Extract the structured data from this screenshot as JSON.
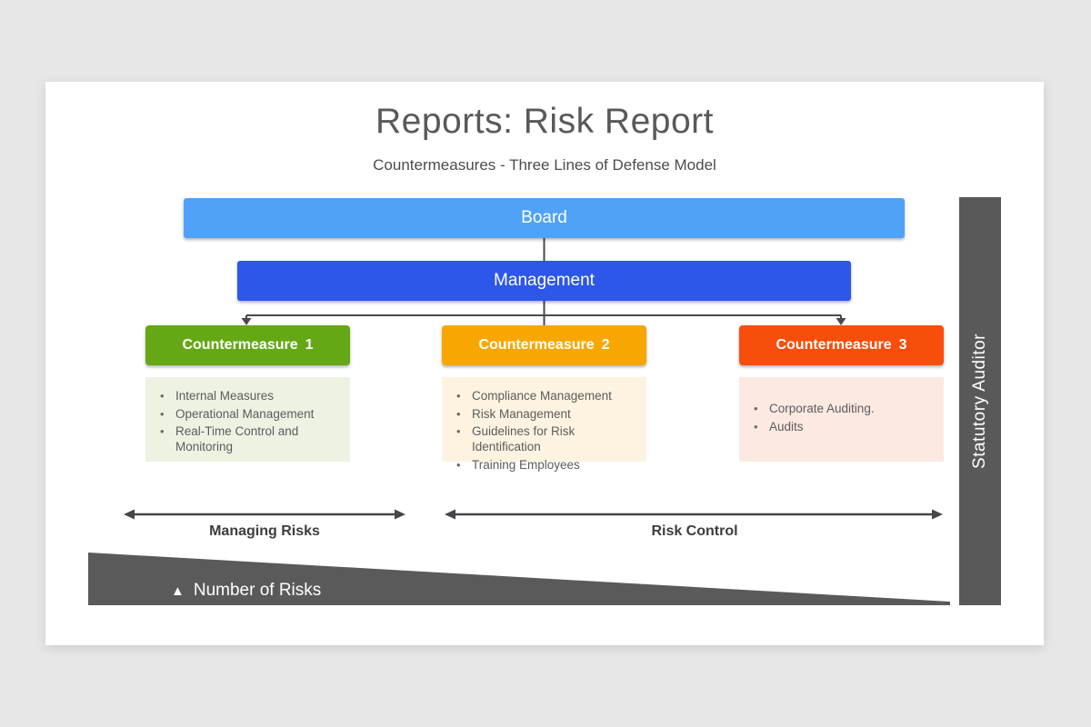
{
  "page": {
    "background_color": "#e8e7e8"
  },
  "slide": {
    "title": "Reports: Risk Report",
    "subtitle": "Countermeasures - Three Lines of Defense Model"
  },
  "hierarchy": {
    "board": {
      "label": "Board",
      "color": "#4fa2f8"
    },
    "management": {
      "label": "Management",
      "color": "#2d57e8"
    },
    "connector_color": "#4a4a4a"
  },
  "countermeasures": [
    {
      "title": "Countermeasure",
      "number": "1",
      "header_color": "#65a815",
      "panel_color": "#edf3e2",
      "items": [
        "Internal Measures",
        "Operational Management",
        "Real-Time Control and Monitoring"
      ]
    },
    {
      "title": "Countermeasure",
      "number": "2",
      "header_color": "#f8a702",
      "panel_color": "#fdf3e0",
      "items": [
        "Compliance Management",
        "Risk Management",
        "Guidelines for Risk Identification",
        "Training Employees"
      ]
    },
    {
      "title": "Countermeasure",
      "number": "3",
      "header_color": "#f84e0b",
      "panel_color": "#fbe9e2",
      "items": [
        "Corporate Auditing.",
        "Audits"
      ]
    }
  ],
  "statutory_auditor": {
    "label": "Statutory Auditor",
    "color": "#595959"
  },
  "spans": {
    "managing_risks": {
      "label": "Managing Risks"
    },
    "risk_control": {
      "label": "Risk Control"
    },
    "arrow_color": "#45454a"
  },
  "wedge": {
    "icon": "▲",
    "label": "Number of Risks",
    "color": "#5a5a5a"
  }
}
